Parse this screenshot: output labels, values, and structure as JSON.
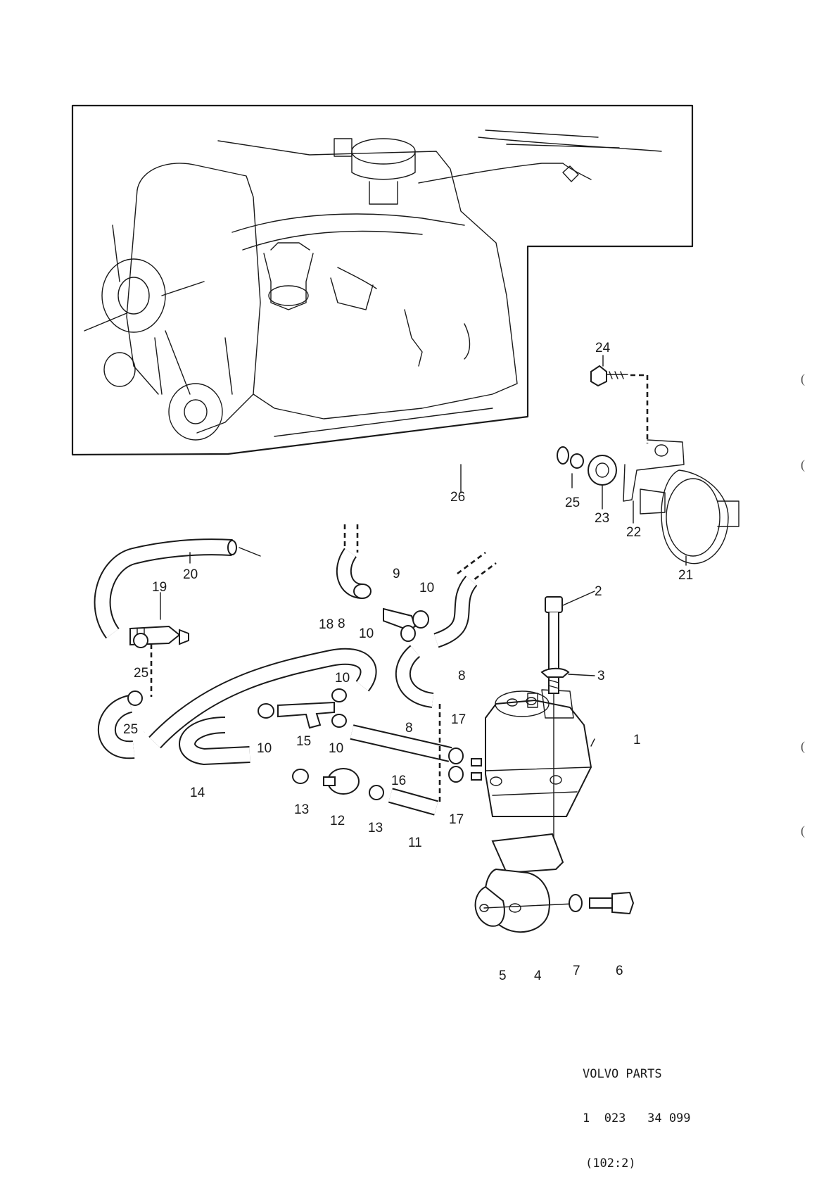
{
  "callouts": [
    {
      "id": "1",
      "label": "1"
    },
    {
      "id": "2",
      "label": "2"
    },
    {
      "id": "3",
      "label": "3"
    },
    {
      "id": "4",
      "label": "4"
    },
    {
      "id": "5",
      "label": "5"
    },
    {
      "id": "6",
      "label": "6"
    },
    {
      "id": "7",
      "label": "7"
    },
    {
      "id": "8a",
      "label": "8"
    },
    {
      "id": "8b",
      "label": "8"
    },
    {
      "id": "8c",
      "label": "8"
    },
    {
      "id": "9",
      "label": "9"
    },
    {
      "id": "10a",
      "label": "10"
    },
    {
      "id": "10b",
      "label": "10"
    },
    {
      "id": "10c",
      "label": "10"
    },
    {
      "id": "10d",
      "label": "10"
    },
    {
      "id": "10e",
      "label": "10"
    },
    {
      "id": "11",
      "label": "11"
    },
    {
      "id": "12",
      "label": "12"
    },
    {
      "id": "13a",
      "label": "13"
    },
    {
      "id": "13b",
      "label": "13"
    },
    {
      "id": "14",
      "label": "14"
    },
    {
      "id": "15",
      "label": "15"
    },
    {
      "id": "16",
      "label": "16"
    },
    {
      "id": "17a",
      "label": "17"
    },
    {
      "id": "17b",
      "label": "17"
    },
    {
      "id": "18",
      "label": "18"
    },
    {
      "id": "19",
      "label": "19"
    },
    {
      "id": "20",
      "label": "20"
    },
    {
      "id": "21",
      "label": "21"
    },
    {
      "id": "22",
      "label": "22"
    },
    {
      "id": "23",
      "label": "23"
    },
    {
      "id": "24",
      "label": "24"
    },
    {
      "id": "25a",
      "label": "25"
    },
    {
      "id": "25b",
      "label": "25"
    },
    {
      "id": "25c",
      "label": "25"
    },
    {
      "id": "26",
      "label": "26"
    }
  ],
  "caption": {
    "brand": "VOLVO PARTS",
    "part_number": "1  023   34 099",
    "page_ref": "(102:2)"
  },
  "margin_marks": [
    "(",
    "(",
    "(",
    "("
  ]
}
